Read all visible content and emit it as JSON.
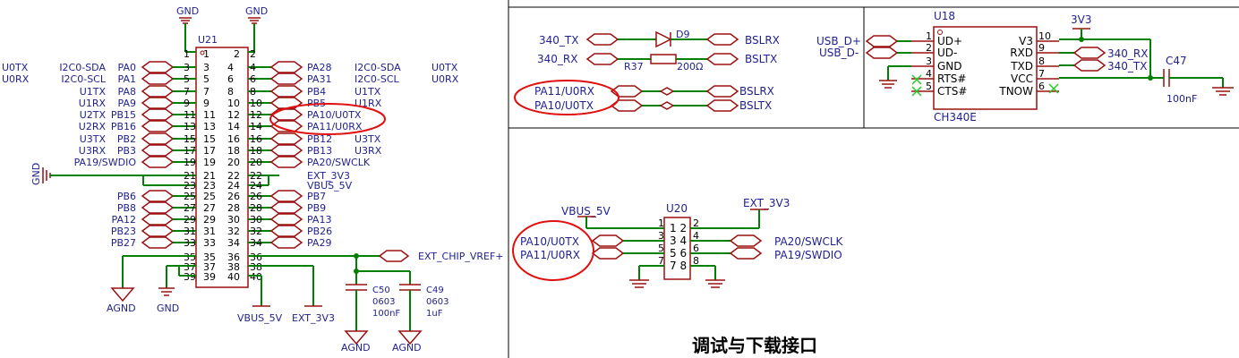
{
  "u21": {
    "ref": "U21",
    "gnd_top": [
      "GND",
      "GND"
    ],
    "left": [
      {
        "n": 3,
        "alias": "U0TX",
        "func": "I2C0-SDA",
        "net": "PA0"
      },
      {
        "n": 5,
        "alias": "U0RX",
        "func": "I2C0-SCL",
        "net": "PA1"
      },
      {
        "n": 7,
        "alias": "",
        "func": "U1TX",
        "net": "PA8"
      },
      {
        "n": 9,
        "alias": "",
        "func": "U1RX",
        "net": "PA9"
      },
      {
        "n": 11,
        "alias": "",
        "func": "U2TX",
        "net": "PB15"
      },
      {
        "n": 13,
        "alias": "",
        "func": "U2RX",
        "net": "PB16"
      },
      {
        "n": 15,
        "alias": "",
        "func": "U3TX",
        "net": "PB2"
      },
      {
        "n": 17,
        "alias": "",
        "func": "U3RX",
        "net": "PB3"
      },
      {
        "n": 19,
        "alias": "",
        "func": "",
        "net": "PA19/SWDIO"
      },
      {
        "n": 25,
        "alias": "",
        "func": "",
        "net": "PB6"
      },
      {
        "n": 27,
        "alias": "",
        "func": "",
        "net": "PB8"
      },
      {
        "n": 29,
        "alias": "",
        "func": "",
        "net": "PA12"
      },
      {
        "n": 31,
        "alias": "",
        "func": "",
        "net": "PB23"
      },
      {
        "n": 33,
        "alias": "",
        "func": "",
        "net": "PB27"
      }
    ],
    "right": [
      {
        "n": 4,
        "net": "PA28",
        "func": "I2C0-SDA",
        "alias": "U0TX"
      },
      {
        "n": 6,
        "net": "PA31",
        "func": "I2C0-SCL",
        "alias": "U0RX"
      },
      {
        "n": 8,
        "net": "PB4",
        "func": "U1TX",
        "alias": ""
      },
      {
        "n": 10,
        "net": "PB5",
        "func": "U1RX",
        "alias": ""
      },
      {
        "n": 12,
        "net": "PA10/U0TX",
        "func": "",
        "alias": ""
      },
      {
        "n": 14,
        "net": "PA11/U0RX",
        "func": "",
        "alias": ""
      },
      {
        "n": 16,
        "net": "PB12",
        "func": "U3TX",
        "alias": ""
      },
      {
        "n": 18,
        "net": "PB13",
        "func": "U3RX",
        "alias": ""
      },
      {
        "n": 20,
        "net": "PA20/SWCLK",
        "func": "",
        "alias": ""
      },
      {
        "n": 22,
        "net": "EXT_3V3",
        "func": "",
        "alias": ""
      },
      {
        "n": 24,
        "net": "VBUS_5V",
        "func": "",
        "alias": ""
      },
      {
        "n": 26,
        "net": "PB7",
        "func": "",
        "alias": ""
      },
      {
        "n": 28,
        "net": "PB9",
        "func": "",
        "alias": ""
      },
      {
        "n": 30,
        "net": "PA13",
        "func": "",
        "alias": ""
      },
      {
        "n": 32,
        "net": "PB26",
        "func": "",
        "alias": ""
      },
      {
        "n": 34,
        "net": "PA29",
        "func": "",
        "alias": ""
      }
    ],
    "gnd_side": "GND",
    "ext_vref": "EXT_CHIP_VREF+",
    "c50": {
      "ref": "C50",
      "pkg": "0603",
      "val": "100nF"
    },
    "c49": {
      "ref": "C49",
      "pkg": "0603",
      "val": "1uF"
    },
    "bottom_labels": [
      "AGND",
      "GND",
      "VBUS_5V",
      "EXT_3V3",
      "AGND",
      "AGND"
    ]
  },
  "debug": {
    "d9": "D9",
    "r37": "R37",
    "r37_val": "200Ω",
    "left_nets": [
      "340_TX",
      "340_RX",
      "PA11/U0RX",
      "PA10/U0TX"
    ],
    "right_nets": [
      "BSLRX",
      "BSLTX",
      "BSLRX",
      "BSLTX"
    ]
  },
  "u18": {
    "ref": "U18",
    "part": "CH340E",
    "usb": [
      "USB_D+",
      "USB_D-"
    ],
    "left_pins": [
      {
        "n": "1",
        "name": "UD+"
      },
      {
        "n": "2",
        "name": "UD-"
      },
      {
        "n": "3",
        "name": "GND"
      },
      {
        "n": "4",
        "name": "RTS#"
      },
      {
        "n": "5",
        "name": "CTS#"
      }
    ],
    "right_pins": [
      {
        "n": "10",
        "name": "V3"
      },
      {
        "n": "9",
        "name": "RXD"
      },
      {
        "n": "8",
        "name": "TXD"
      },
      {
        "n": "7",
        "name": "VCC"
      },
      {
        "n": "6",
        "name": "TNOW"
      }
    ],
    "rail": "3V3",
    "uart": [
      "340_RX",
      "340_TX"
    ],
    "c47": "C47",
    "c47_val": "100nF"
  },
  "u20": {
    "ref": "U20",
    "vbus": "VBUS_5V",
    "ext": "EXT_3V3",
    "rows": [
      "1 2",
      "3 4",
      "5 6",
      "7 8"
    ],
    "left_pins": [
      "1",
      "3",
      "5",
      "7"
    ],
    "right_pins": [
      "2",
      "4",
      "6",
      "8"
    ],
    "left_nets": [
      "PA10/U0TX",
      "PA11/U0RX"
    ],
    "right_nets": [
      "PA20/SWCLK",
      "PA19/SWDIO"
    ],
    "title": "调试与下载接口"
  },
  "colors": {
    "wire": "#008000",
    "body": "#9b1010",
    "text": "#1f1f8f",
    "highlight": "#e01010"
  }
}
